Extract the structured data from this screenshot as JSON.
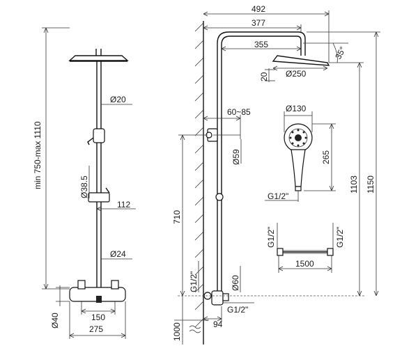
{
  "front_view": {
    "height_range": "min 750-max 1110",
    "pipe_diameter_upper": "Ø20",
    "bracket_diameter": "Ø38.5",
    "bracket_offset": "112",
    "pipe_diameter_lower": "Ø24",
    "mixer_height": "Ø40",
    "inlet_spacing": "150",
    "mixer_width": "275"
  },
  "side_view": {
    "total_reach": "492",
    "arm_length": "377",
    "head_arm": "355",
    "head_angle": "35°",
    "head_thickness": "20",
    "head_diameter": "Ø250",
    "wall_bracket_range": "60~85",
    "bracket_ring_diameter": "Ø59",
    "mount_height": "710",
    "mixer_ring_diameter": "Ø60",
    "inlet_thread_left": "G1/2\"",
    "inlet_thread_bottom": "G1/2\"",
    "inlet_offset": "94",
    "floor_height": "1000",
    "overall_height_a": "1103",
    "overall_height_b": "1150"
  },
  "hand_shower": {
    "head_diameter": "Ø130",
    "length": "265",
    "thread": "G1/2\""
  },
  "hose": {
    "thread_left": "G1/2\"",
    "thread_right": "G1/2\"",
    "length": "1500"
  }
}
